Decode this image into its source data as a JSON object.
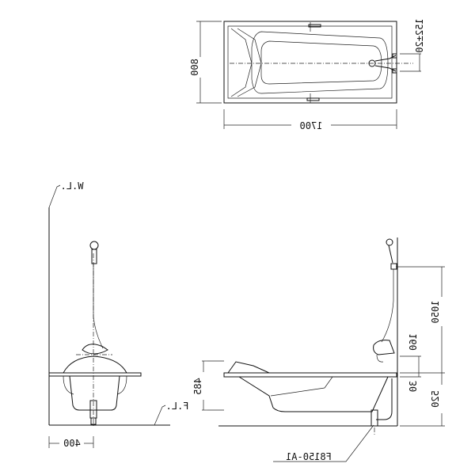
{
  "top_view": {
    "width_dim": "1700",
    "depth_dim": "800",
    "faucet_spacing_dim": "152±20"
  },
  "end_view": {
    "wall_label": "W.L.",
    "floor_label": "F.L.",
    "offset_dim": "400",
    "height_dim": "485"
  },
  "side_view": {
    "shower_height_dim": "1050",
    "faucet_height_dim": "160",
    "rim_dim": "30",
    "rim_height_dim": "520",
    "part_number": "F8150-A1"
  },
  "colors": {
    "line": "#111111",
    "background": "#ffffff"
  }
}
